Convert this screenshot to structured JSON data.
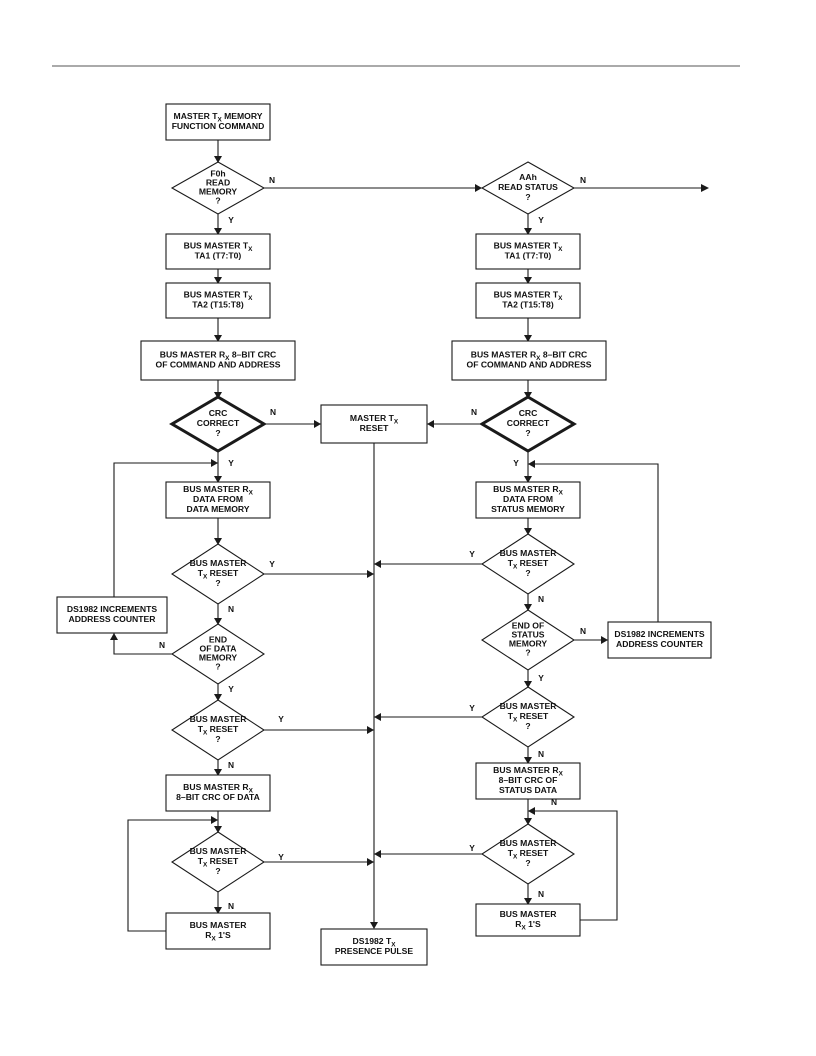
{
  "nodes": {
    "start": {
      "lines": [
        "MASTER T<sub>X</sub> MEMORY",
        "FUNCTION COMMAND"
      ]
    },
    "d_read_mem": {
      "lines": [
        "F0h",
        "READ",
        "MEMORY",
        "?"
      ]
    },
    "d_read_status": {
      "lines": [
        "AAh",
        "READ STATUS",
        "?"
      ]
    },
    "l_ta1": {
      "lines": [
        "BUS MASTER T<sub>X</sub>",
        "TA1 (T7:T0)"
      ]
    },
    "r_ta1": {
      "lines": [
        "BUS MASTER T<sub>X</sub>",
        "TA1 (T7:T0)"
      ]
    },
    "l_ta2": {
      "lines": [
        "BUS MASTER T<sub>X</sub>",
        "TA2 (T15:T8)"
      ]
    },
    "r_ta2": {
      "lines": [
        "BUS MASTER T<sub>X</sub>",
        "TA2 (T15:T8)"
      ]
    },
    "l_crc_rx": {
      "lines": [
        "BUS MASTER R<sub>X</sub> 8–BIT CRC",
        "OF COMMAND AND ADDRESS"
      ]
    },
    "r_crc_rx": {
      "lines": [
        "BUS MASTER R<sub>X</sub> 8–BIT CRC",
        "OF COMMAND AND ADDRESS"
      ]
    },
    "l_crc_ok": {
      "lines": [
        "CRC",
        "CORRECT",
        "?"
      ]
    },
    "r_crc_ok": {
      "lines": [
        "CRC",
        "CORRECT",
        "?"
      ]
    },
    "master_reset": {
      "lines": [
        "MASTER T<sub>X</sub>",
        "RESET"
      ]
    },
    "l_data_rx": {
      "lines": [
        "BUS MASTER R<sub>X</sub>",
        "DATA FROM",
        "DATA MEMORY"
      ]
    },
    "r_data_rx": {
      "lines": [
        "BUS MASTER R<sub>X</sub>",
        "DATA FROM",
        "STATUS MEMORY"
      ]
    },
    "l_reset1": {
      "lines": [
        "BUS MASTER",
        "T<sub>X</sub> RESET",
        "?"
      ]
    },
    "r_reset1": {
      "lines": [
        "BUS MASTER",
        "T<sub>X</sub> RESET",
        "?"
      ]
    },
    "l_incr": {
      "lines": [
        "DS1982 INCREMENTS",
        "ADDRESS COUNTER"
      ]
    },
    "r_incr": {
      "lines": [
        "DS1982 INCREMENTS",
        "ADDRESS COUNTER"
      ]
    },
    "l_end": {
      "lines": [
        "END",
        "OF DATA",
        "MEMORY",
        "?"
      ]
    },
    "r_end": {
      "lines": [
        "END OF",
        "STATUS",
        "MEMORY",
        "?"
      ]
    },
    "l_reset2": {
      "lines": [
        "BUS MASTER",
        "T<sub>X</sub> RESET",
        "?"
      ]
    },
    "r_reset2": {
      "lines": [
        "BUS MASTER",
        "T<sub>X</sub> RESET",
        "?"
      ]
    },
    "l_crc_data": {
      "lines": [
        "BUS MASTER R<sub>X</sub>",
        "8–BIT CRC OF DATA"
      ]
    },
    "r_crc_data": {
      "lines": [
        "BUS MASTER R<sub>X</sub>",
        "8–BIT CRC OF",
        "STATUS DATA"
      ]
    },
    "l_reset3": {
      "lines": [
        "BUS MASTER",
        "T<sub>X</sub> RESET",
        "?"
      ]
    },
    "r_reset3": {
      "lines": [
        "BUS MASTER",
        "T<sub>X</sub> RESET",
        "?"
      ]
    },
    "l_ones": {
      "lines": [
        "BUS MASTER",
        "R<sub>X</sub> 1'S"
      ]
    },
    "r_ones": {
      "lines": [
        "BUS MASTER",
        "R<sub>X</sub> 1'S"
      ]
    },
    "presence": {
      "lines": [
        "DS1982 T<sub>X</sub>",
        "PRESENCE PULSE"
      ]
    }
  },
  "edge_labels": {
    "yes": "Y",
    "no": "N"
  }
}
